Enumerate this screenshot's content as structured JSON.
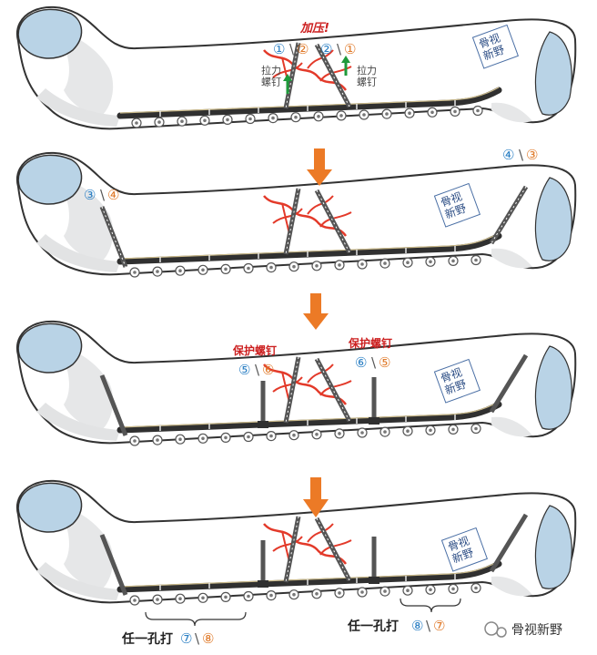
{
  "colors": {
    "bone_fill": "#ffffff",
    "bone_shade": "#e6e7e8",
    "bone_outline": "#333333",
    "cartilage": "#b9d3e6",
    "plate": "#303030",
    "fracture": "#e33a2a",
    "arrow": "#ec7a26",
    "green_arrow": "#1e9a3a",
    "blue_label": "#2a7fc4",
    "orange_label": "#e07a2a",
    "red_text": "#cc1f1f"
  },
  "panel1": {
    "compress_label": "加压!",
    "screw_pair_left": {
      "a": "①",
      "b": "②"
    },
    "screw_pair_right": {
      "a": "②",
      "b": "①"
    },
    "lag_screw_left": "拉力\n螺钉",
    "lag_screw_right": "拉力\n螺钉",
    "watermark": "骨视\n新野"
  },
  "panel2": {
    "proximal_pair": {
      "a": "③",
      "b": "④"
    },
    "distal_pair": {
      "a": "④",
      "b": "③"
    },
    "watermark": "骨视\n新野"
  },
  "panel3": {
    "protect_left_title": "保护螺钉",
    "protect_right_title": "保护螺钉",
    "left_pair": {
      "a": "⑤",
      "b": "⑥"
    },
    "right_pair": {
      "a": "⑥",
      "b": "⑤"
    },
    "watermark": "骨视\n新野"
  },
  "panel4": {
    "any_hole_left": {
      "text": "任一孔打",
      "a": "⑦",
      "b": "⑧"
    },
    "any_hole_right": {
      "text": "任一孔打",
      "a": "⑧",
      "b": "⑦"
    },
    "watermark": "骨视\n新野"
  },
  "footer": {
    "brand": "骨视新野"
  }
}
